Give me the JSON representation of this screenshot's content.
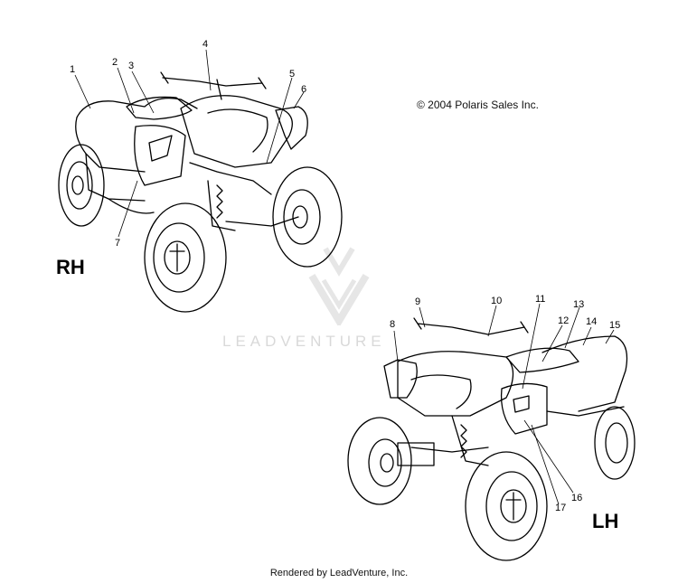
{
  "copyright": "© 2004 Polaris Sales Inc.",
  "footer": "Rendered by LeadVenture, Inc.",
  "watermark": "LEADVENTURE",
  "views": {
    "rh": "RH",
    "lh": "LH"
  },
  "callouts": {
    "c1": "1",
    "c2": "2",
    "c3": "3",
    "c4": "4",
    "c5": "5",
    "c6": "6",
    "c7": "7",
    "c8": "8",
    "c9": "9",
    "c10": "10",
    "c11": "11",
    "c12": "12",
    "c13": "13",
    "c14": "14",
    "c15": "15",
    "c16": "16",
    "c17": "17"
  }
}
